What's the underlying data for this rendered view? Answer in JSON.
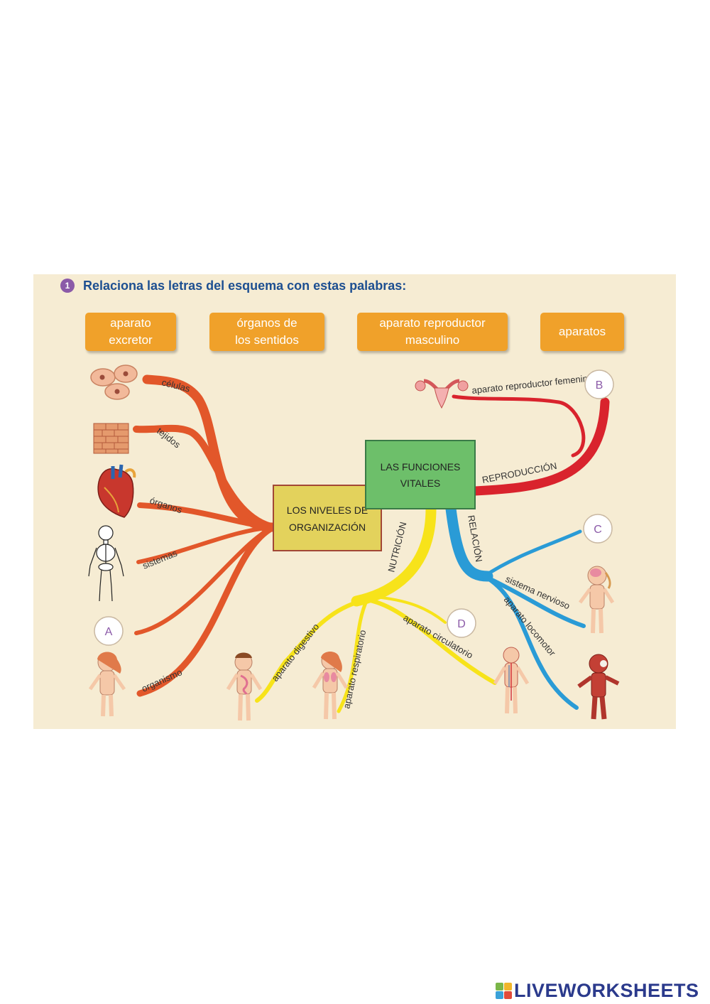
{
  "exercise": {
    "number": "1",
    "instruction": "Relaciona las letras del esquema con estas palabras:"
  },
  "word_bank": [
    {
      "line1": "aparato",
      "line2": "excretor"
    },
    {
      "line1": "órganos de",
      "line2": "los sentidos"
    },
    {
      "line1": "aparato reproductor",
      "line2": "masculino"
    },
    {
      "line1": "aparatos",
      "line2": ""
    }
  ],
  "boxes": {
    "niveles_line1": "LOS NIVELES DE",
    "niveles_line2": "ORGANIZACIÓN",
    "funciones_line1": "LAS FUNCIONES",
    "funciones_line2": "VITALES"
  },
  "levels": {
    "celulas": "células",
    "tejidos": "tejidos",
    "organos": "órganos",
    "sistemas": "sistemas",
    "organismo": "organismo"
  },
  "functions": {
    "reproduccion": "REPRODUCCIÓN",
    "nutricion": "NUTRICIÓN",
    "relacion": "RELACIÓN"
  },
  "branches": {
    "reproductor_femenino": "aparato reproductor femenino",
    "digestivo": "aparato digestivo",
    "respiratorio": "aparato respiratorio",
    "circulatorio": "aparato circulatorio",
    "nervioso": "sistema nervioso",
    "locomotor": "aparato locomotor"
  },
  "letters": {
    "a": "A",
    "b": "B",
    "c": "C",
    "d": "D"
  },
  "colors": {
    "orange_branches": "#e2572a",
    "red_branches": "#d9232d",
    "yellow_branches": "#f7e31a",
    "blue_branches": "#2a9bd6",
    "box_yellow": "#e3d25c",
    "box_green": "#6dbf6a",
    "word_bank": "#f0a12a",
    "letter_purple": "#8b5aa8"
  },
  "brand": {
    "name": "LIVEWORKSHEETS"
  }
}
